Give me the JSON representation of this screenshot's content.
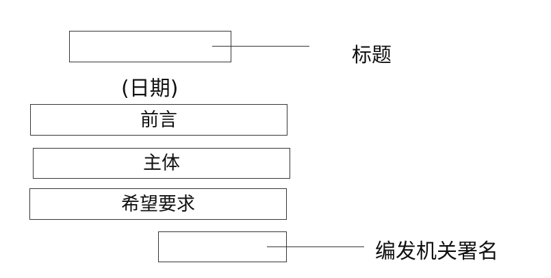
{
  "diagram": {
    "title_box": {
      "text": ""
    },
    "title_label": "标题",
    "date_label": "(日期)",
    "preface_box": {
      "text": "前言"
    },
    "body_box": {
      "text": "主体"
    },
    "request_box": {
      "text": "希望要求"
    },
    "signature_box": {
      "text": ""
    },
    "signature_label": "编发机关署名"
  }
}
